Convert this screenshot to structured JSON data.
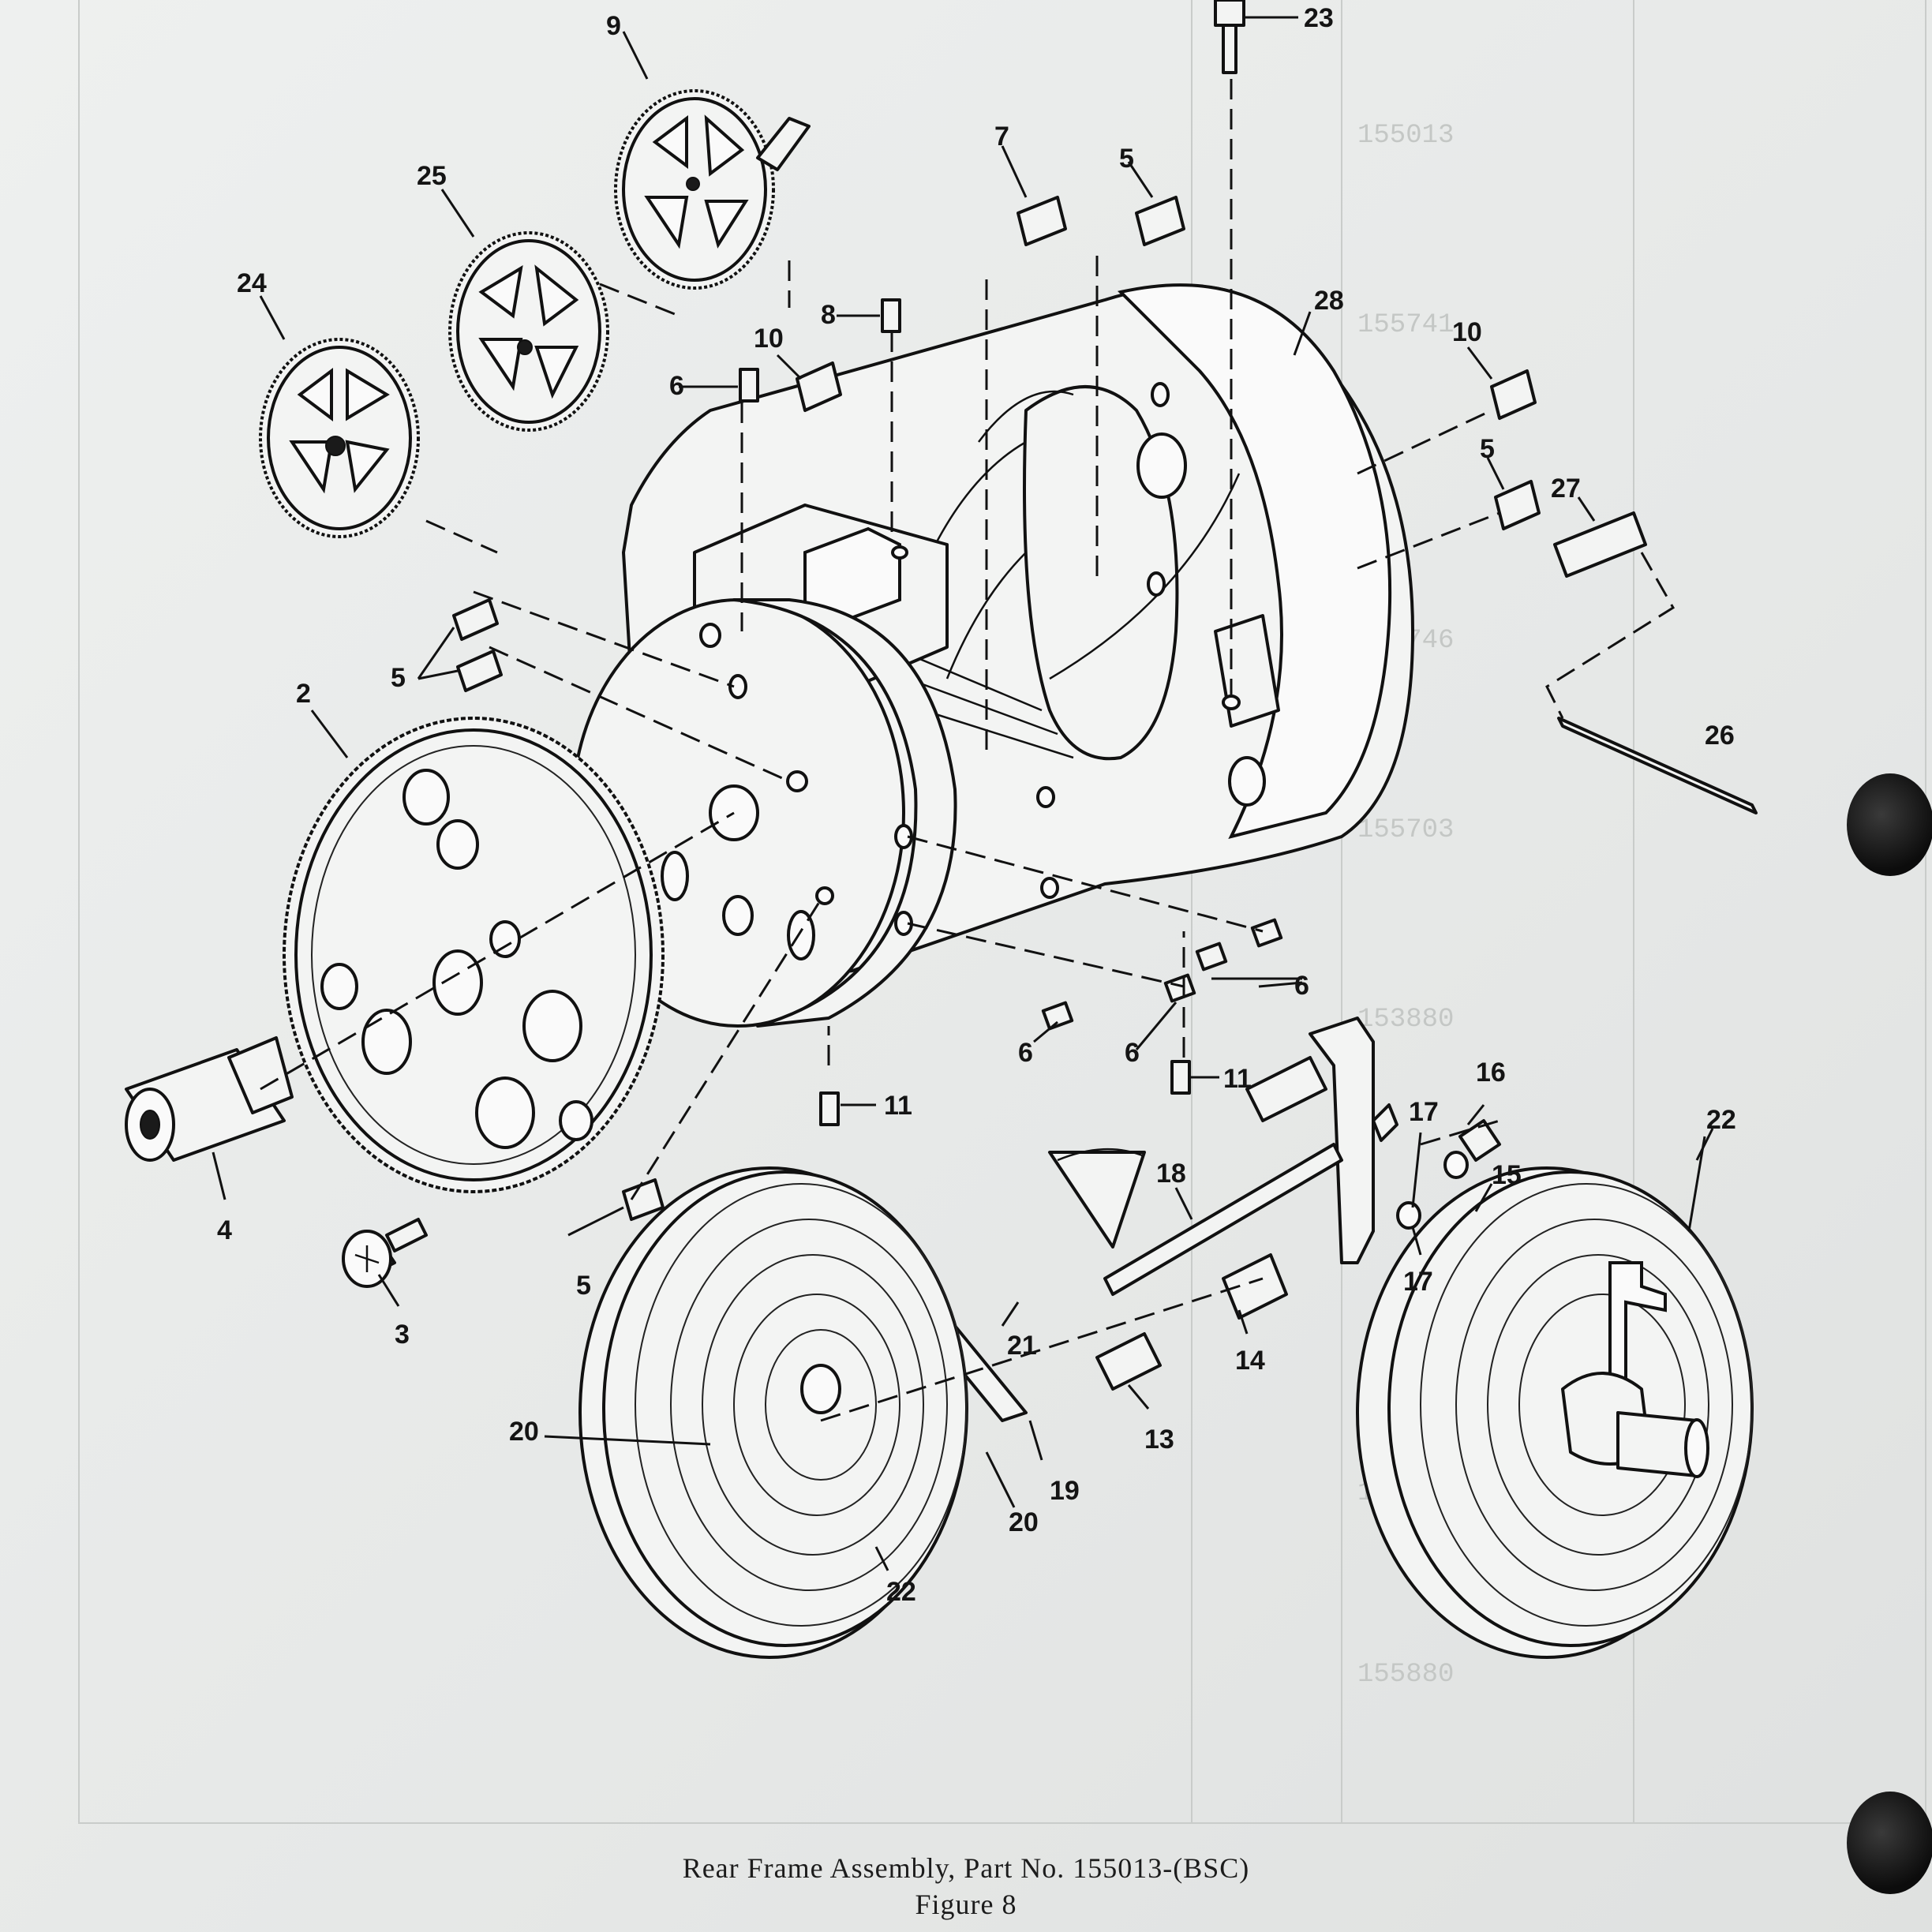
{
  "caption": {
    "title": "Rear Frame Assembly, Part No. 155013-(BSC)",
    "figure": "Figure 8"
  },
  "callouts": [
    {
      "id": "c9",
      "text": "9"
    },
    {
      "id": "c23",
      "text": "23"
    },
    {
      "id": "c25",
      "text": "25"
    },
    {
      "id": "c7",
      "text": "7"
    },
    {
      "id": "c5a",
      "text": "5"
    },
    {
      "id": "c24",
      "text": "24"
    },
    {
      "id": "c8",
      "text": "8"
    },
    {
      "id": "c10a",
      "text": "10"
    },
    {
      "id": "c28",
      "text": "28"
    },
    {
      "id": "c10b",
      "text": "10"
    },
    {
      "id": "c6a",
      "text": "6"
    },
    {
      "id": "c5b",
      "text": "5"
    },
    {
      "id": "c27",
      "text": "27"
    },
    {
      "id": "c5c",
      "text": "5"
    },
    {
      "id": "c2",
      "text": "2"
    },
    {
      "id": "c26",
      "text": "26"
    },
    {
      "id": "c6b",
      "text": "6"
    },
    {
      "id": "c6c",
      "text": "6"
    },
    {
      "id": "c6d",
      "text": "6"
    },
    {
      "id": "c11a",
      "text": "11"
    },
    {
      "id": "c11b",
      "text": "11"
    },
    {
      "id": "c16",
      "text": "16"
    },
    {
      "id": "c22a",
      "text": "22"
    },
    {
      "id": "c17a",
      "text": "17"
    },
    {
      "id": "c4",
      "text": "4"
    },
    {
      "id": "c18",
      "text": "18"
    },
    {
      "id": "c15",
      "text": "15"
    },
    {
      "id": "c3",
      "text": "3"
    },
    {
      "id": "c5d",
      "text": "5"
    },
    {
      "id": "c17b",
      "text": "17"
    },
    {
      "id": "c21",
      "text": "21"
    },
    {
      "id": "c14",
      "text": "14"
    },
    {
      "id": "c20a",
      "text": "20"
    },
    {
      "id": "c13",
      "text": "13"
    },
    {
      "id": "c19",
      "text": "19"
    },
    {
      "id": "c20b",
      "text": "20"
    },
    {
      "id": "c22b",
      "text": "22"
    }
  ],
  "colors": {
    "paper": "#e9ebea",
    "ink": "#111111",
    "show_through": "#c4c7c5"
  }
}
